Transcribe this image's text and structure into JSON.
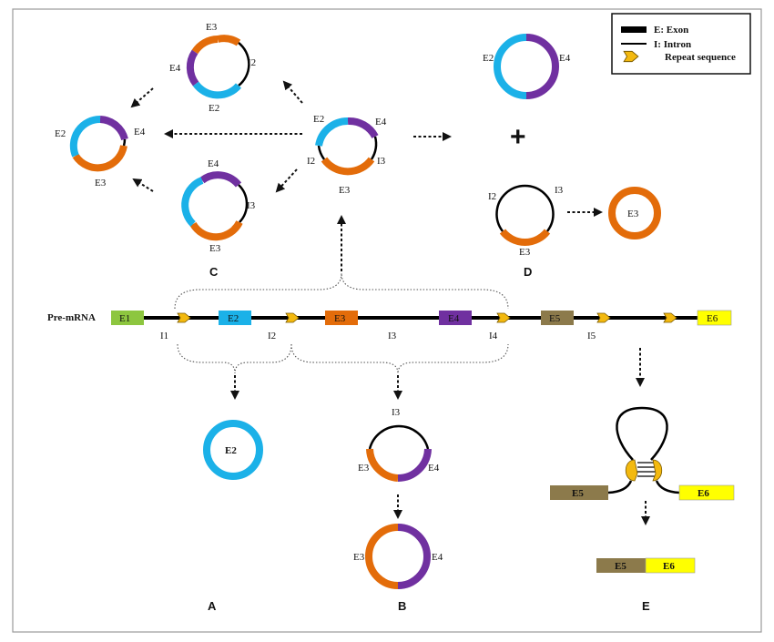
{
  "colors": {
    "E1": "#8dc63f",
    "E2": "#1bb1e8",
    "E3": "#e36c0a",
    "E4": "#7030a0",
    "E5": "#8c7a4b",
    "E6": "#ffff00",
    "intron": "#000000",
    "repeat": "#f3b90f"
  },
  "legend": {
    "exon": "E: Exon",
    "intron": "I: Intron",
    "repeat": "Repeat sequence"
  },
  "premrna": {
    "label": "Pre-mRNA",
    "exons": [
      "E1",
      "E2",
      "E3",
      "E4",
      "E5",
      "E6"
    ],
    "introns": [
      "I1",
      "I2",
      "I3",
      "I4",
      "I5"
    ]
  },
  "labels": {
    "E2": "E2",
    "E3": "E3",
    "E4": "E4",
    "E5": "E5",
    "E6": "E6",
    "I2": "I2",
    "I3": "I3"
  },
  "plus": "+",
  "panels": {
    "A": "A",
    "B": "B",
    "C": "C",
    "D": "D",
    "E": "E"
  }
}
